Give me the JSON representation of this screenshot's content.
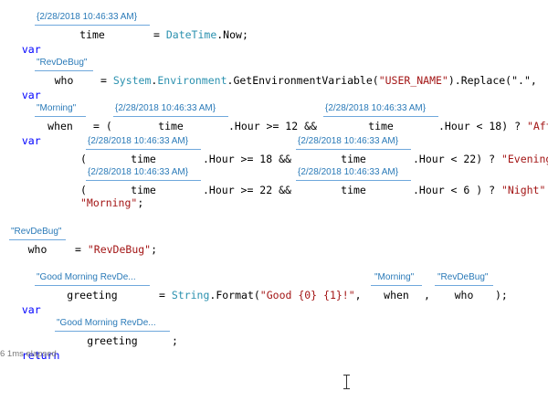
{
  "kw": {
    "var": "var",
    "return": "return"
  },
  "ty": {
    "datetime": "DateTime",
    "string": "String"
  },
  "line1": {
    "ann": "{2/28/2018 10:46:33 AM}",
    "var": "time",
    "rest": " = DateTime.Now;"
  },
  "line2": {
    "ann": "\"RevDeBug\"",
    "var": "who",
    "p1": "= ",
    "sys": "System",
    "dot1": ".",
    "env": "Environment",
    "call": ".GetEnvironmentVariable(",
    "arg": "\"USER_NAME\"",
    "tail": ").Replace(\".\","
  },
  "line3": {
    "ann_when": "\"Morning\"",
    "var": "when",
    "ann_t1": "{2/28/2018 10:46:33 AM}",
    "ann_t2": "{2/28/2018 10:46:33 AM}",
    "time_a": "time",
    "time_b": "time",
    "p1": "= (",
    "mid": ".Hour >= 12 &&",
    "end": ".Hour < 18) ? ",
    "str": "\"Aft"
  },
  "line4": {
    "ann_t1": "{2/28/2018 10:46:33 AM}",
    "ann_t2": "{2/28/2018 10:46:33 AM}",
    "time_a": "time",
    "time_b": "time",
    "p1": "(",
    "mid": ".Hour >= 18 &&",
    "end": ".Hour < 22) ? ",
    "str": "\"Evening"
  },
  "line5": {
    "ann_t1": "{2/28/2018 10:46:33 AM}",
    "ann_t2": "{2/28/2018 10:46:33 AM}",
    "time_a": "time",
    "time_b": "time",
    "p1": "(",
    "mid": ".Hour >= 22 &&",
    "end": ".Hour < 6 ) ? ",
    "str": "\"Night\"",
    "tail": " :"
  },
  "line6": {
    "str": "\"Morning\"",
    "tail": ";"
  },
  "line7": {
    "ann": "\"RevDeBug\"",
    "var": "who",
    "p1": "= ",
    "str": "\"RevDeBug\"",
    "tail": ";"
  },
  "line8": {
    "ann": "\"Good Morning RevDe...",
    "var": "greeting",
    "p1": "= ",
    "fmt": ".Format(",
    "str": "\"Good {0} {1}!\"",
    "comma": ",",
    "ann_when": "\"Morning\"",
    "when": "when",
    "comma2": ",",
    "ann_who": "\"RevDeBug\"",
    "who": "who",
    "end": ");"
  },
  "line9": {
    "ann": "\"Good Morning RevDe...",
    "var": "greeting",
    "tail": ";"
  },
  "elapsed": "6 1ms elapsed"
}
